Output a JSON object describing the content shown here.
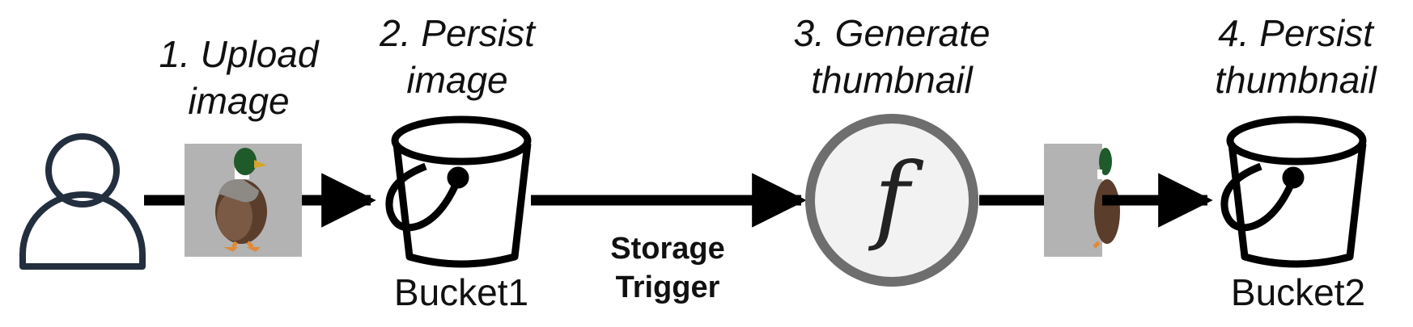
{
  "steps": [
    {
      "number": "1.",
      "line1": "1. Upload",
      "line2": "image"
    },
    {
      "number": "2.",
      "line1": "2. Persist",
      "line2": "image"
    },
    {
      "number": "3.",
      "line1": "3. Generate",
      "line2": "thumbnail"
    },
    {
      "number": "4.",
      "line1": "4. Persist",
      "line2": "thumbnail"
    }
  ],
  "buckets": [
    {
      "name": "Bucket1"
    },
    {
      "name": "Bucket2"
    }
  ],
  "trigger": {
    "line1": "Storage",
    "line2": "Trigger"
  },
  "function": {
    "symbol": "f"
  },
  "icons": [
    "user-icon",
    "duck-image",
    "bucket-icon",
    "function-icon",
    "duck-thumbnail"
  ],
  "colors": {
    "stroke": "#000000",
    "user": "#232f3e",
    "image_bg": "#b3b3b3",
    "function_ring": "#6e6e6e",
    "function_fill": "#f2f2f2"
  }
}
